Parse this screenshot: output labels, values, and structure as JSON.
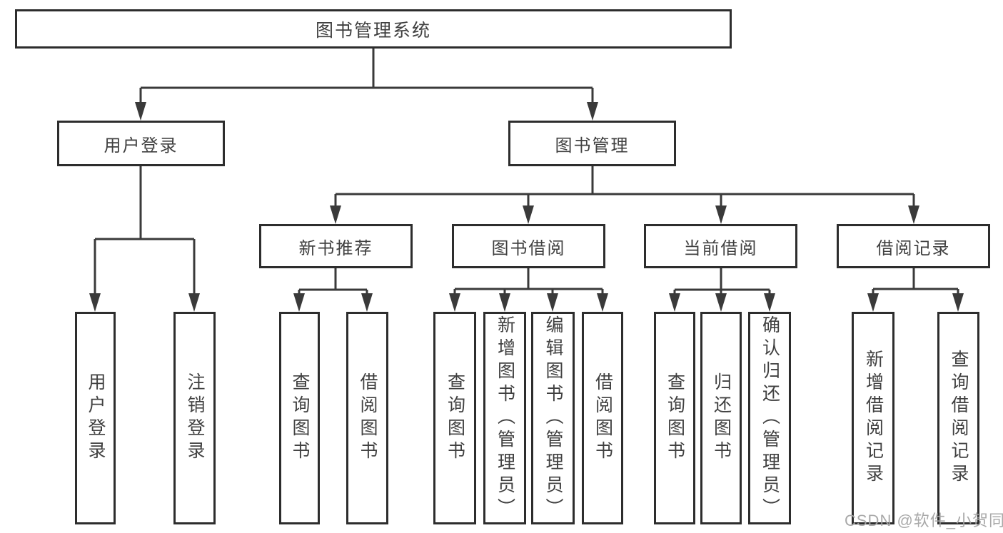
{
  "tree": {
    "root": {
      "label": "图书管理系统",
      "children": [
        {
          "label": "用户登录",
          "children": [
            {
              "label": "用户登录"
            },
            {
              "label": "注销登录"
            }
          ]
        },
        {
          "label": "图书管理",
          "children": [
            {
              "label": "新书推荐",
              "children": [
                {
                  "label": "查询图书"
                },
                {
                  "label": "借阅图书"
                }
              ]
            },
            {
              "label": "图书借阅",
              "children": [
                {
                  "label": "查询图书"
                },
                {
                  "label": "新增图书（管理员）"
                },
                {
                  "label": "编辑图书（管理员）"
                },
                {
                  "label": "借阅图书"
                }
              ]
            },
            {
              "label": "当前借阅",
              "children": [
                {
                  "label": "查询图书"
                },
                {
                  "label": "归还图书"
                },
                {
                  "label": "确认归还（管理员）"
                }
              ]
            },
            {
              "label": "借阅记录",
              "children": [
                {
                  "label": "新增借阅记录"
                },
                {
                  "label": "查询借阅记录"
                }
              ]
            }
          ]
        }
      ]
    }
  },
  "watermark": {
    "text": "CSDN @软件_小贺同学",
    "color": "#a4a4a4"
  },
  "colors": {
    "line": "#3a3a3a",
    "box_border": "#2d2d2d",
    "text": "#404040",
    "background": "#ffffff"
  }
}
